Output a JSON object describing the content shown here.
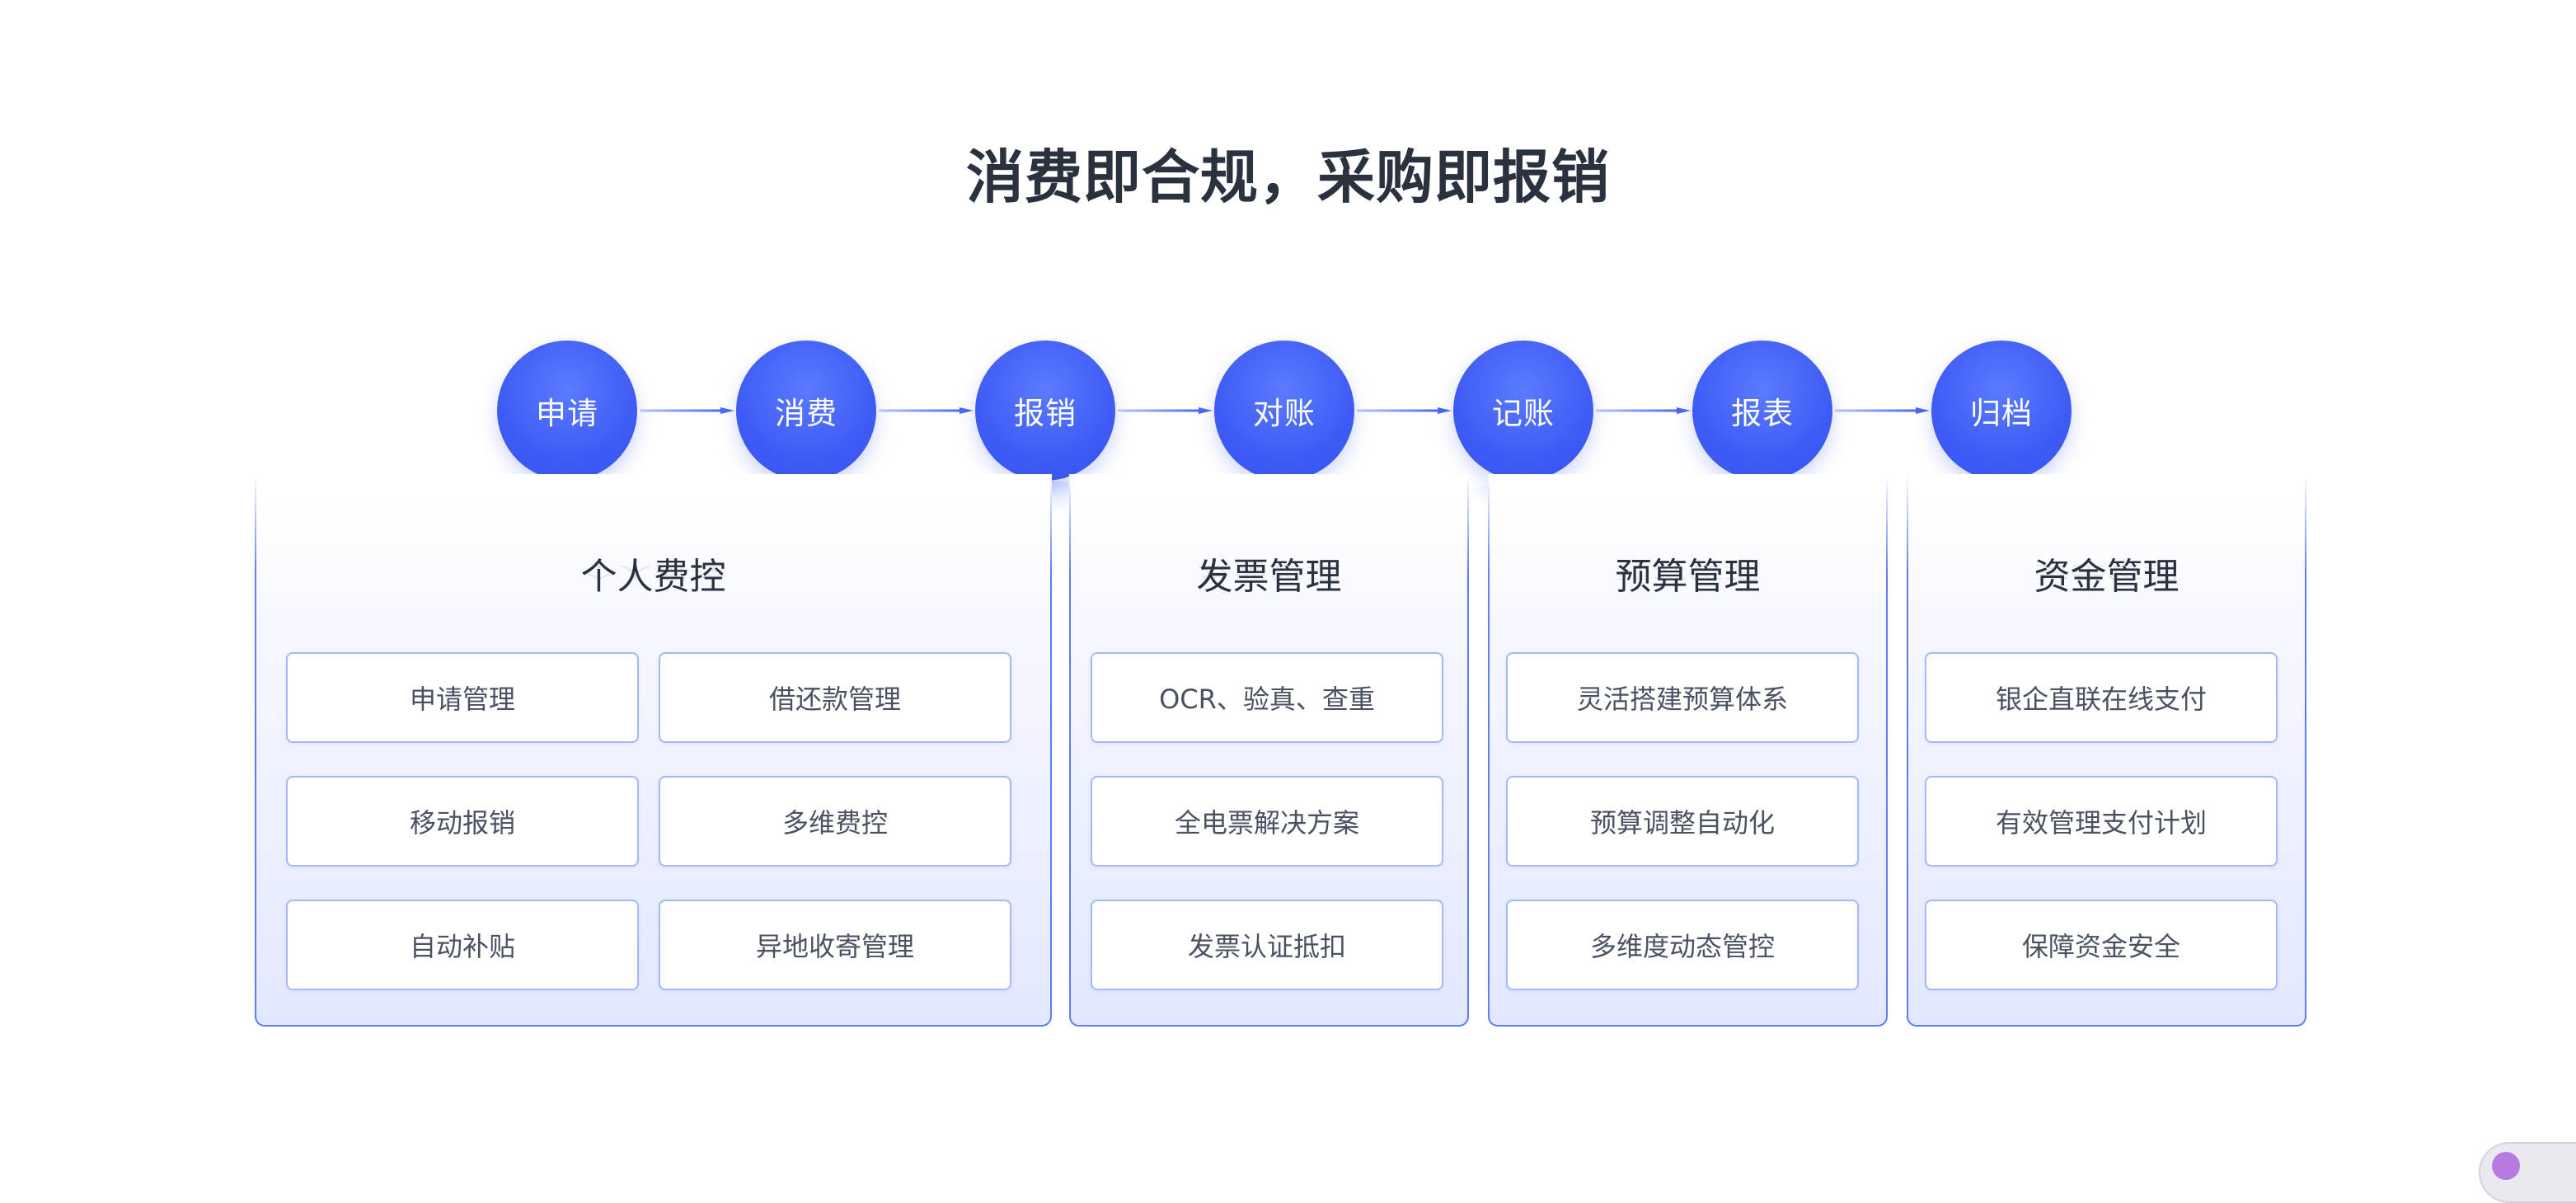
{
  "title": "消费即合规，采购即报销",
  "flow": {
    "steps": [
      "申请",
      "消费",
      "报销",
      "对账",
      "记账",
      "报表",
      "归档"
    ],
    "accent_color": "#3e5cf5"
  },
  "panels": [
    {
      "title": "个人费控",
      "items": [
        "申请管理",
        "借还款管理",
        "移动报销",
        "多维费控",
        "自动补贴",
        "异地收寄管理"
      ]
    },
    {
      "title": "发票管理",
      "items": [
        "OCR、验真、查重",
        "全电票解决方案",
        "发票认证抵扣"
      ]
    },
    {
      "title": "预算管理",
      "items": [
        "灵活搭建预算体系",
        "预算调整自动化",
        "多维度动态管控"
      ]
    },
    {
      "title": "资金管理",
      "items": [
        "银企直联在线支付",
        "有效管理支付计划",
        "保障资金安全"
      ]
    }
  ],
  "colors": {
    "title_text": "#2b323f",
    "item_text": "#4a5262",
    "panel_border": "#5f7cf4",
    "item_border": "#a7b8f6"
  }
}
